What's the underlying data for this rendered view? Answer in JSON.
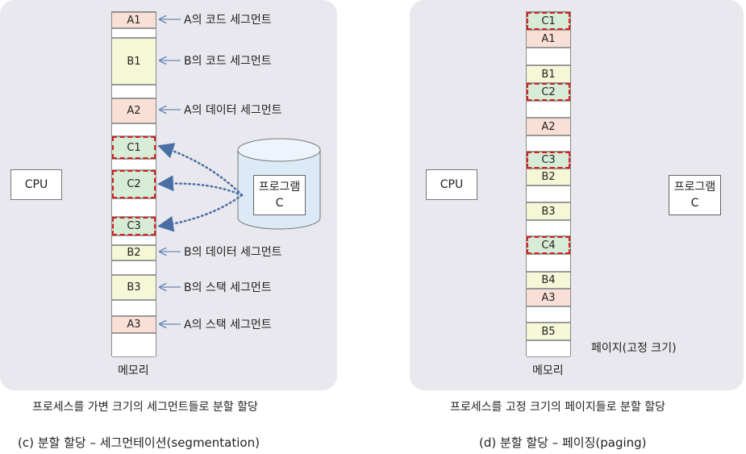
{
  "left": {
    "cpu": "CPU",
    "memory_label": "메모리",
    "program": {
      "line1": "프로그램",
      "line2": "C"
    },
    "segments": [
      {
        "text": "A1",
        "kind": "A"
      },
      {
        "text": "",
        "kind": "empty"
      },
      {
        "text": "B1",
        "kind": "B"
      },
      {
        "text": "",
        "kind": "empty"
      },
      {
        "text": "A2",
        "kind": "A"
      },
      {
        "text": "",
        "kind": "empty"
      },
      {
        "text": "C1",
        "kind": "C"
      },
      {
        "text": "",
        "kind": "empty"
      },
      {
        "text": "C2",
        "kind": "C"
      },
      {
        "text": "",
        "kind": "empty"
      },
      {
        "text": "C3",
        "kind": "C"
      },
      {
        "text": "",
        "kind": "empty"
      },
      {
        "text": "B2",
        "kind": "B"
      },
      {
        "text": "",
        "kind": "empty"
      },
      {
        "text": "B3",
        "kind": "B"
      },
      {
        "text": "",
        "kind": "empty"
      },
      {
        "text": "A3",
        "kind": "A"
      },
      {
        "text": "",
        "kind": "empty"
      }
    ],
    "annotations": [
      "A의 코드 세그먼트",
      "B의 코드 세그먼트",
      "A의 데이터 세그먼트",
      "B의 데이터 세그먼트",
      "B의 스택 세그먼트",
      "A의 스택 세그먼트"
    ],
    "caption": "프로세스를 가변 크기의 세그먼트들로 분할 할당",
    "title": "(c) 분할 할당 – 세그먼테이션(segmentation)"
  },
  "right": {
    "cpu": "CPU",
    "memory_label": "메모리",
    "program": {
      "line1": "프로그램",
      "line2": "C"
    },
    "pages": [
      {
        "text": "C1",
        "kind": "C"
      },
      {
        "text": "A1",
        "kind": "A"
      },
      {
        "text": "",
        "kind": "empty"
      },
      {
        "text": "B1",
        "kind": "B"
      },
      {
        "text": "C2",
        "kind": "C"
      },
      {
        "text": "",
        "kind": "empty"
      },
      {
        "text": "A2",
        "kind": "A"
      },
      {
        "text": "",
        "kind": "empty"
      },
      {
        "text": "C3",
        "kind": "C"
      },
      {
        "text": "B2",
        "kind": "B"
      },
      {
        "text": "",
        "kind": "empty"
      },
      {
        "text": "B3",
        "kind": "B"
      },
      {
        "text": "",
        "kind": "empty"
      },
      {
        "text": "C4",
        "kind": "C"
      },
      {
        "text": "",
        "kind": "empty"
      },
      {
        "text": "B4",
        "kind": "B"
      },
      {
        "text": "A3",
        "kind": "A"
      },
      {
        "text": "",
        "kind": "empty"
      },
      {
        "text": "B5",
        "kind": "B"
      },
      {
        "text": "",
        "kind": "empty"
      }
    ],
    "page_note": "페이지(고정 크기)",
    "caption": "프로세스를 고정 크기의 페이지들로 분할 할당",
    "title": "(d) 분할 할당 – 페이징(paging)"
  },
  "colors": {
    "segment_A": "#f9dfd6",
    "segment_B": "#f5f7d6",
    "segment_C": "#d6ecd6",
    "highlight_border": "#d62020",
    "arrow": "#4a6fa5",
    "panel": "#e8e8ee",
    "cylinder": "#dce9f6"
  }
}
